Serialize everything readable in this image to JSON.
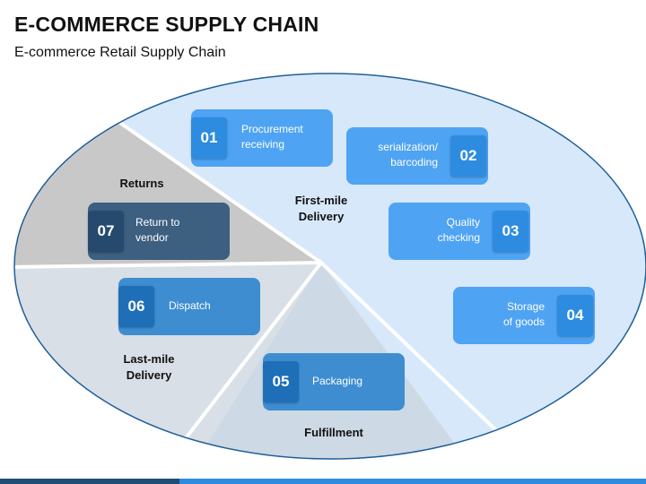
{
  "header": {
    "title": "E-COMMERCE SUPPLY CHAIN",
    "subtitle": "E-commerce Retail Supply Chain"
  },
  "segments": {
    "first_mile": "First-mile\nDelivery",
    "returns": "Returns",
    "last_mile": "Last-mile\nDelivery",
    "fulfillment": "Fulfillment"
  },
  "steps": [
    {
      "num": "01",
      "label": "Procurement\nreceiving"
    },
    {
      "num": "02",
      "label": "serialization/\nbarcoding"
    },
    {
      "num": "03",
      "label": "Quality\nchecking"
    },
    {
      "num": "04",
      "label": "Storage\nof goods"
    },
    {
      "num": "05",
      "label": "Packaging"
    },
    {
      "num": "06",
      "label": "Dispatch"
    },
    {
      "num": "07",
      "label": "Return to\nvendor"
    }
  ],
  "colors": {
    "first_mile_fill": "#d7e8fa",
    "returns_fill": "#c8c8c8",
    "last_mile_fill": "#d9dfe6",
    "fulfillment_fill": "#cdd9e4",
    "step_light": "#4fa3f3",
    "step_light_num": "#2e8ce0",
    "step_mid": "#3e8dd1",
    "step_mid_num": "#1e6fb8",
    "step_dark": "#3d5f80",
    "step_dark_num": "#254a6e",
    "outline": "#1f5f99"
  }
}
